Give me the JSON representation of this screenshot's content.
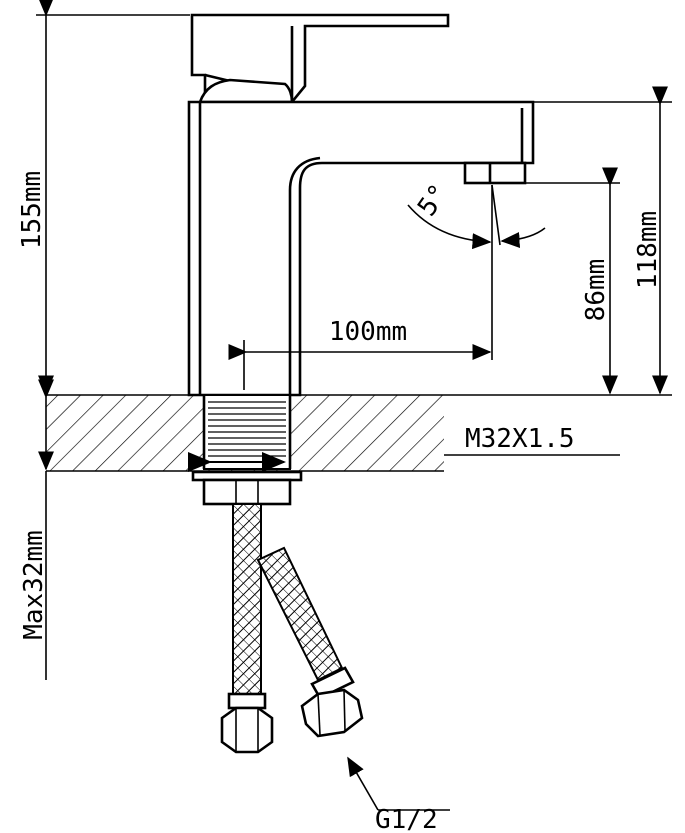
{
  "dimensions": {
    "total_height": "155mm",
    "spout_height": "118mm",
    "clearance_height": "86mm",
    "spout_reach": "100mm",
    "aerator_angle": "5°",
    "thread": "M32X1.5",
    "max_counter_thickness": "Max32mm",
    "hose_connection": "G1/2"
  }
}
